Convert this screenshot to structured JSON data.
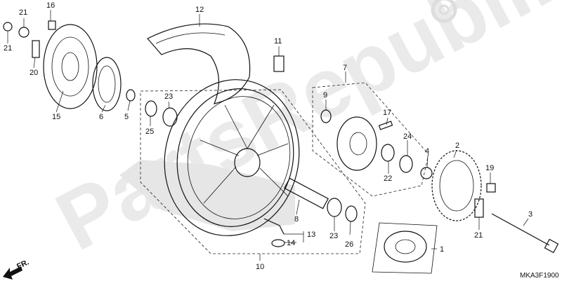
{
  "watermark": "PartsRepublik",
  "diagram_code": "MKA3F1900",
  "front_marker": "FR.",
  "callouts": [
    "1",
    "2",
    "3",
    "4",
    "5",
    "6",
    "7",
    "8",
    "9",
    "10",
    "11",
    "12",
    "13",
    "14",
    "15",
    "16",
    "17",
    "19",
    "20",
    "21",
    "21",
    "22",
    "23",
    "23",
    "24",
    "25",
    "26"
  ]
}
